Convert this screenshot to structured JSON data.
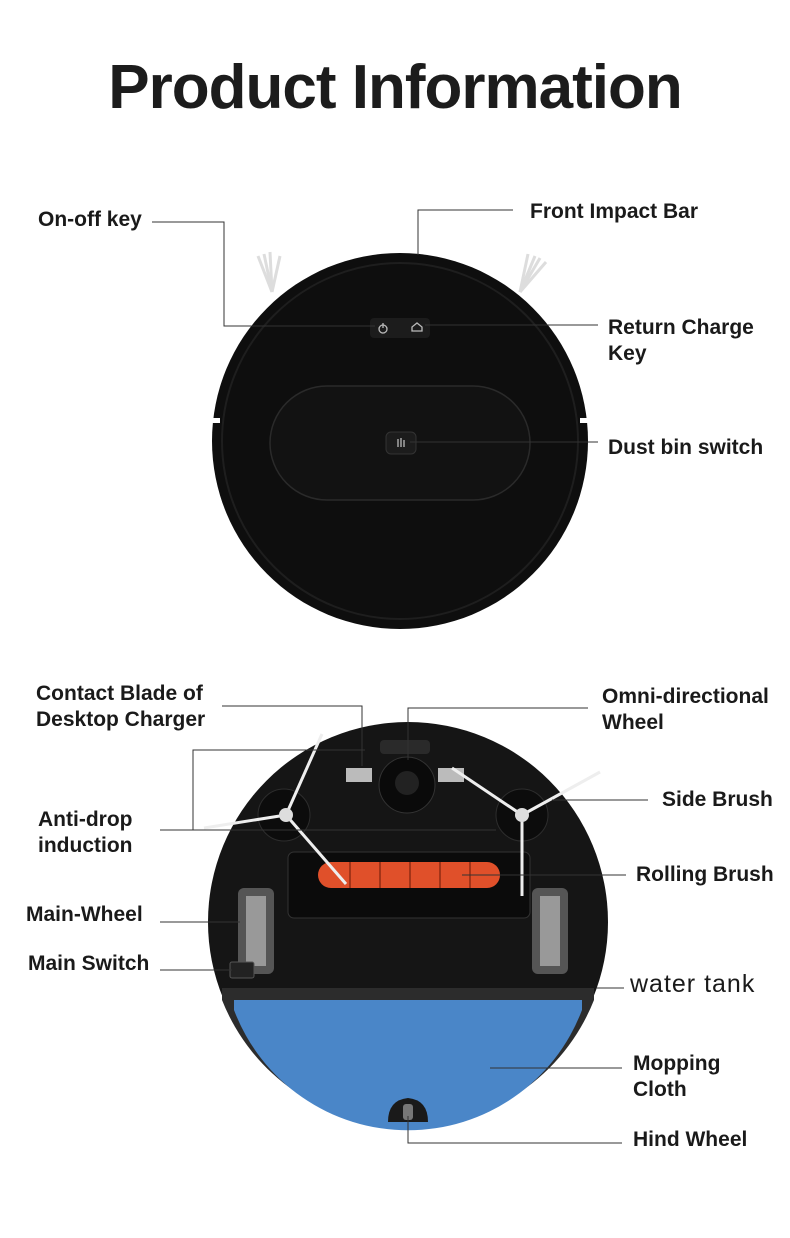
{
  "title": "Product Information",
  "top_view": {
    "labels": {
      "on_off_key": "On-off key",
      "front_impact_bar": "Front Impact Bar",
      "return_charge_key_line1": "Return Charge",
      "return_charge_key_line2": "Key",
      "dust_bin_switch": "Dust bin switch"
    }
  },
  "bottom_view": {
    "labels": {
      "contact_blade_line1": "Contact Blade of",
      "contact_blade_line2": "Desktop Charger",
      "omni_wheel_line1": "Omni-directional",
      "omni_wheel_line2": "Wheel",
      "anti_drop_line1": "Anti-drop",
      "anti_drop_line2": "induction",
      "side_brush": "Side Brush",
      "rolling_brush": "Rolling Brush",
      "main_wheel": "Main-Wheel",
      "main_switch": "Main Switch",
      "water_tank": "water tank",
      "mopping_cloth_line1": "Mopping",
      "mopping_cloth_line2": "Cloth",
      "hind_wheel": "Hind Wheel"
    }
  },
  "colors": {
    "body": "#0d0d0d",
    "mop": "#4a86c8",
    "roller": "#e0502a"
  }
}
